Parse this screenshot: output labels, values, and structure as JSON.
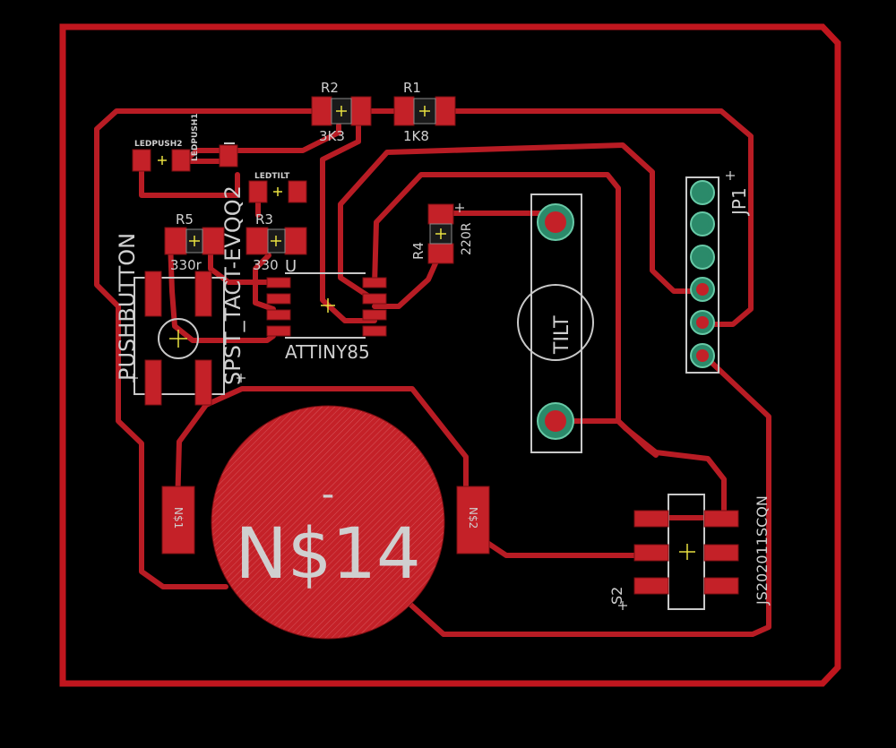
{
  "colors": {
    "background": "#000000",
    "copper": "#c42128",
    "silkscreen": "#c8c8c8",
    "outline": "#c0161e"
  },
  "labels": {
    "r2": "R2",
    "r2v": "3K3",
    "r1": "R1",
    "r1v": "1K8",
    "r5": "R5",
    "r5v": "330r",
    "r3": "R3",
    "r3v": "330",
    "r4": "R4",
    "r4v": "220R",
    "ledpush2": "LEDPUSH2",
    "ledpush1": "LEDPUSH1",
    "ledtilt": "LEDTILT",
    "pushbutton": "PUSHBUTTON",
    "spst": "SPST_TACT-EVQQ2",
    "attiny": "ATTINY85",
    "u": "U",
    "tilt": "TILT",
    "jp1": "JP1",
    "battery_minus": "-",
    "battery": "N$14",
    "ns1": "N$1",
    "ns2": "N$2",
    "s2": "S2",
    "js": "JS202011SCQN"
  }
}
